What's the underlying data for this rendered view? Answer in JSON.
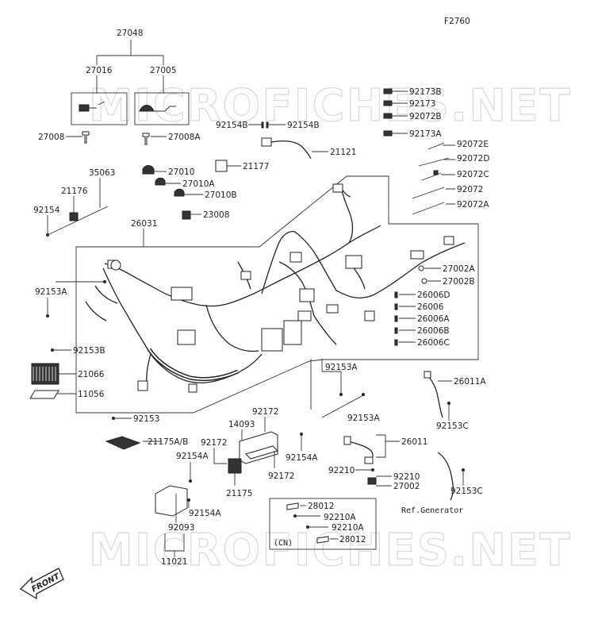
{
  "figure_code": "F2760",
  "watermark": "MICROFICHES.NET",
  "inset_region": "(CN)",
  "front_label": "FRONT",
  "ref_label": "Ref.Generator",
  "labels": {
    "p27048": "27048",
    "p27016": "27016",
    "p27005": "27005",
    "p27008": "27008",
    "p27008A": "27008A",
    "p92173B": "92173B",
    "p92173": "92173",
    "p92072B": "92072B",
    "p92173A": "92173A",
    "p92154B_1": "92154B",
    "p92154B_2": "92154B",
    "p21121": "21121",
    "p92072E": "92072E",
    "p92072D": "92072D",
    "p92072C": "92072C",
    "p92072": "92072",
    "p92072A": "92072A",
    "p35063": "35063",
    "p21176": "21176",
    "p92154": "92154",
    "p27010": "27010",
    "p27010A": "27010A",
    "p27010B": "27010B",
    "p21177": "21177",
    "p23008": "23008",
    "p26031": "26031",
    "p92153A_1": "92153A",
    "p27002A": "27002A",
    "p27002B": "27002B",
    "p26006D": "26006D",
    "p26006": "26006",
    "p26006A": "26006A",
    "p26006B": "26006B",
    "p26006C": "26006C",
    "p92153B": "92153B",
    "p21066": "21066",
    "p11056": "11056",
    "p92153A_2": "92153A",
    "p92153A_3": "92153A",
    "p26011A": "26011A",
    "p92153C_1": "92153C",
    "p92153": "92153",
    "p92172_1": "92172",
    "p14093": "14093",
    "p21175AB": "21175A/B",
    "p92172_2": "92172",
    "p92154A_1": "92154A",
    "p92154A_2": "92154A",
    "p92172_3": "92172",
    "p21175": "21175",
    "p26011": "26011",
    "p92210": "92210",
    "p92210_b": "92210",
    "p27002": "27002",
    "p92153C_2": "92153C",
    "p92154A_3": "92154A",
    "p28012_1": "28012",
    "p92210A_1": "92210A",
    "p92210A_2": "92210A",
    "p28012_2": "28012",
    "p92093": "92093",
    "p11021": "11021"
  }
}
